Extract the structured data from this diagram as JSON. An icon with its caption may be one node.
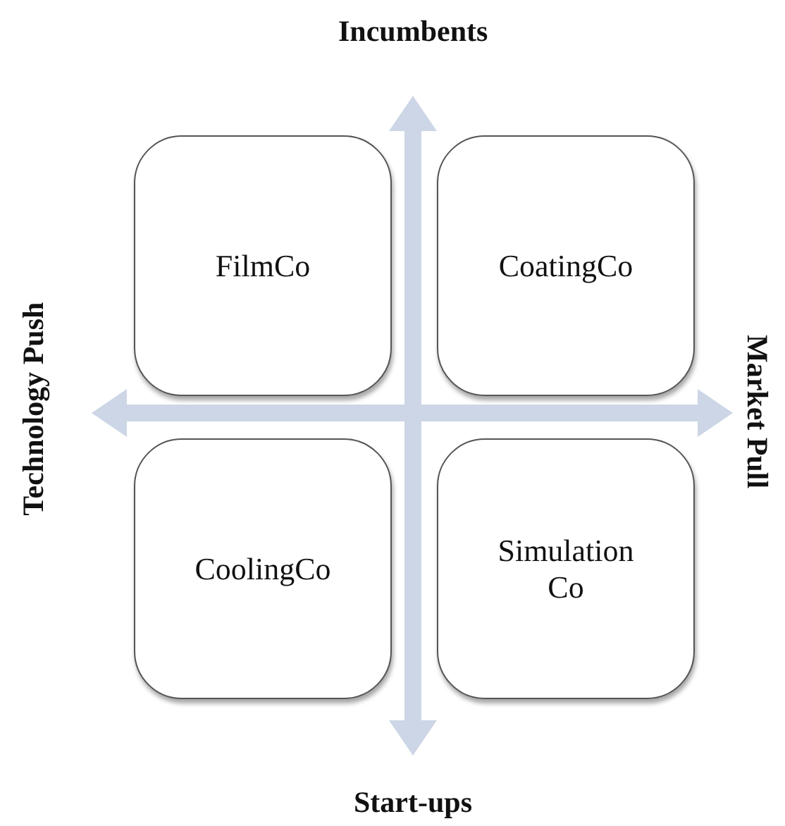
{
  "diagram": {
    "nodes": [
      {
        "text": [
          "Incumbents"
        ]
      },
      {
        "text": [
          "FilmCo"
        ]
      },
      {
        "text": [
          "CoatingCo"
        ]
      },
      {
        "text": [
          "Technology Push"
        ]
      },
      {
        "text": [
          "Market Pull"
        ]
      },
      {
        "text": [
          "CoolingCo"
        ]
      },
      {
        "text": [
          "Simulation Co"
        ]
      },
      {
        "text": [
          "Start-ups"
        ]
      }
    ],
    "edges": [
      {
        "from": 0,
        "to": 7,
        "arrow": "both"
      },
      {
        "from": 3,
        "to": 4,
        "arrow": "both"
      }
    ]
  }
}
